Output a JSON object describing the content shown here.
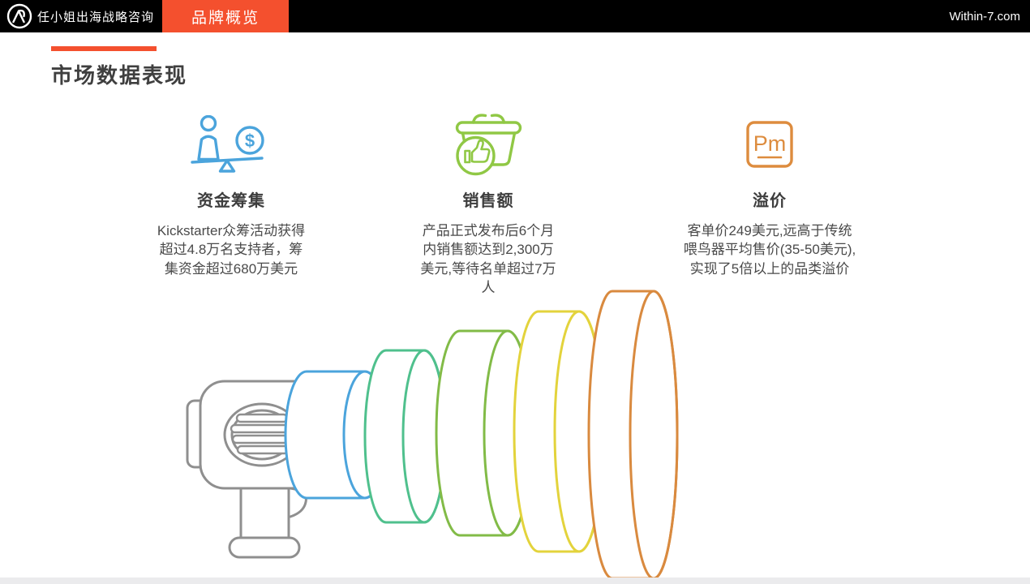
{
  "header": {
    "brand": "任小姐出海战略咨询",
    "tab": "品牌概览",
    "site": "Within-7.com"
  },
  "page": {
    "title": "市场数据表现"
  },
  "stats": [
    {
      "label": "资金筹集",
      "text": "Kickstarter众筹活动获得超过4.8万名支持者，筹集资金超过680万美元",
      "icon": "balance-person-dollar-icon",
      "color": "#4ba4dc",
      "symbol": "$"
    },
    {
      "label": "销售额",
      "text": "产品正式发布后6个月内销售额达到2,300万美元,等待名单超过7万人",
      "icon": "basket-thumbs-up-icon",
      "color": "#90c845"
    },
    {
      "label": "溢价",
      "text": "客单价249美元,远高于传统喂鸟器平均售价(35-50美元),实现了5倍以上的品类溢价",
      "icon": "premium-pm-badge-icon",
      "color": "#dd8c3e",
      "symbol": "Pm"
    }
  ],
  "illustration": {
    "name": "megaphone-spiral-ribbon",
    "megaphone_color": "#8f8f8f",
    "ring_colors": [
      "#4ba4dc",
      "#4fc08d",
      "#82bb47",
      "#e3d33c",
      "#d98a3f"
    ]
  },
  "colors": {
    "accent_red": "#f4502e",
    "topbar_black": "#000000",
    "bottom_strip_gray": "#ebebed"
  }
}
